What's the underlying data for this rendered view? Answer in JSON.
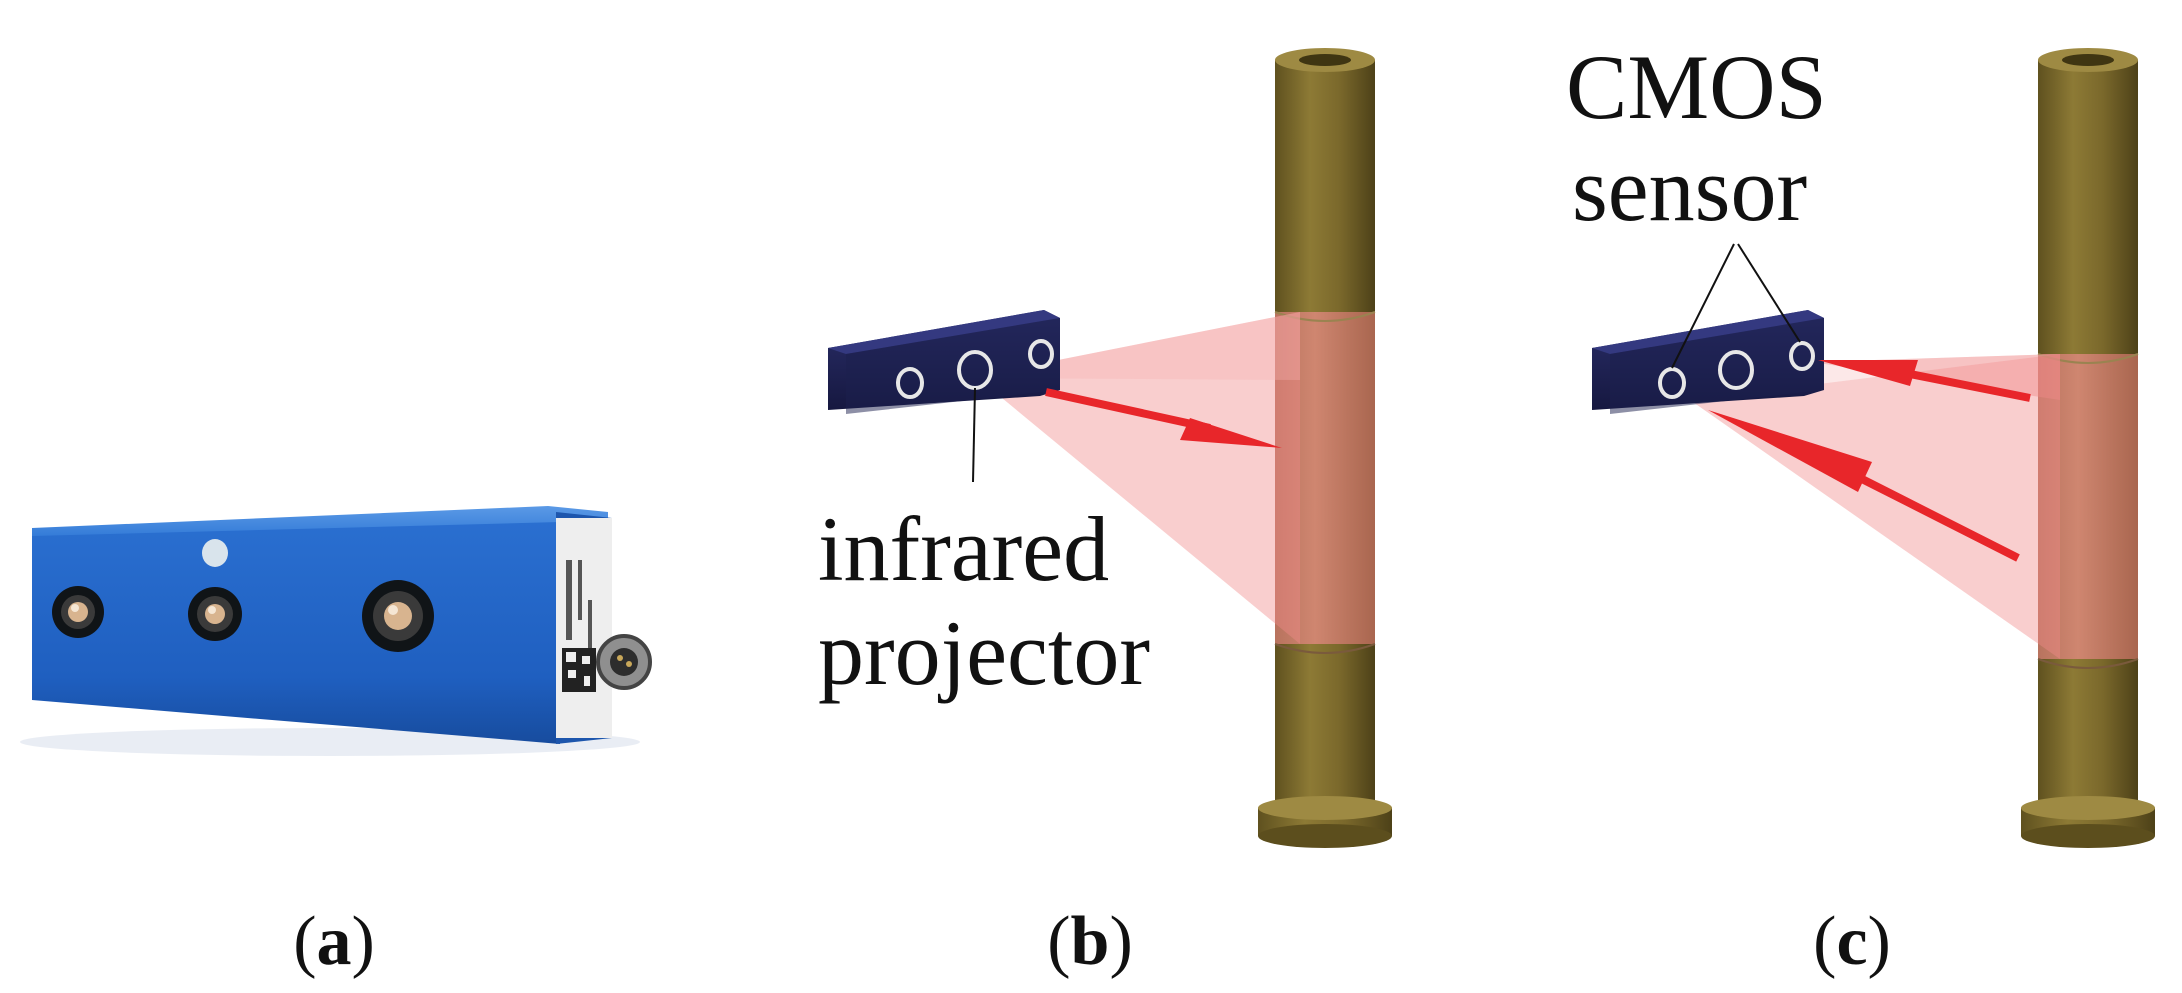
{
  "panels": [
    {
      "id": "a",
      "caption_open": "(",
      "caption_letter": "a",
      "caption_close": ")"
    },
    {
      "id": "b",
      "caption_open": "(",
      "caption_letter": "b",
      "caption_close": ")",
      "label_lines": [
        "infrared",
        "projector"
      ]
    },
    {
      "id": "c",
      "caption_open": "(",
      "caption_letter": "c",
      "caption_close": ")",
      "label_lines": [
        "CMOS",
        "sensor"
      ]
    }
  ],
  "colors": {
    "camera_blue": "#1f63c4",
    "camera_blue_dark": "#174a9a",
    "device_navy": "#1e2152",
    "pipe_olive": "#7c6a2c",
    "light_pink": "#f08a8a",
    "arrow_red": "#e8262a"
  }
}
